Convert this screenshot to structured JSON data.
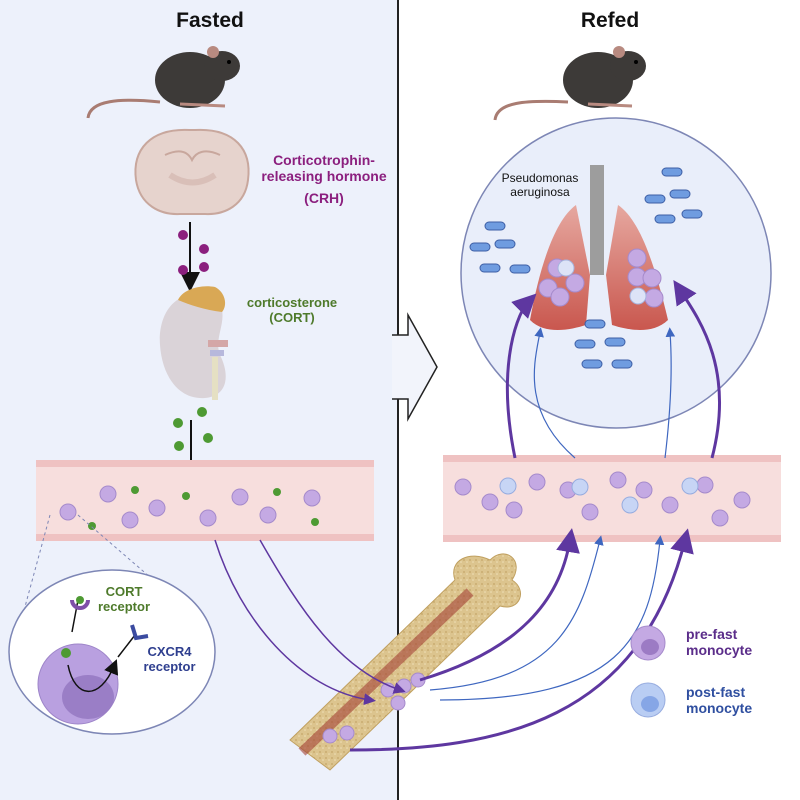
{
  "panels": {
    "left": {
      "title": "Fasted"
    },
    "right": {
      "title": "Refed"
    }
  },
  "labels": {
    "crh_line1": "Corticotrophin-",
    "crh_line2": "releasing hormone",
    "crh_abbrev": "(CRH)",
    "cort_line1": "corticosterone",
    "cort_line2": "(CORT)",
    "cort_receptor_line1": "CORT",
    "cort_receptor_line2": "receptor",
    "cxcr4_line1": "CXCR4",
    "cxcr4_line2": "receptor",
    "pathogen_line1": "Pseudomonas",
    "pathogen_line2": "aeruginosa"
  },
  "legend": {
    "items": [
      {
        "line1": "pre-fast",
        "line2": "monocyte",
        "color": "#5b2d8a",
        "cell_fill": "#c4a9e3",
        "nucleus_fill": "#9c7bc4"
      },
      {
        "line1": "post-fast",
        "line2": "monocyte",
        "color": "#2f4fa0",
        "cell_fill": "#b9cdf3",
        "nucleus_fill": "#86a6e6"
      }
    ]
  },
  "colors": {
    "crh": "#8b1f7e",
    "cort": "#4e7a2b",
    "cxcr4": "#2f3f8f",
    "pre_fast_arrow": "#5e37a0",
    "post_fast_arrow": "#3f67c0"
  }
}
